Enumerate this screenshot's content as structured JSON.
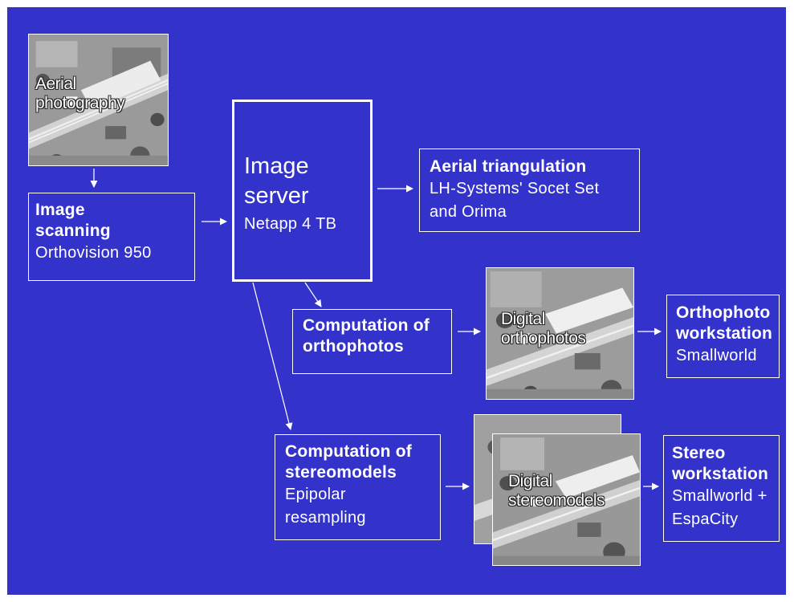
{
  "aerial_photo": {
    "caption": "Aerial photography"
  },
  "image_scanning": {
    "title": "Image scanning",
    "detail": "Orthovision 950"
  },
  "image_server": {
    "title": "Image server",
    "detail": "Netapp 4 TB"
  },
  "aerial_triangulation": {
    "title": "Aerial triangulation",
    "detail": "LH-Systems' Socet Set and Orima"
  },
  "computation_orthophotos": {
    "title": "Computation of orthophotos"
  },
  "digital_orthophotos": {
    "caption": "Digital orthophotos"
  },
  "orthophoto_workstation": {
    "title": "Orthophoto workstation",
    "detail": "Smallworld"
  },
  "computation_stereomodels": {
    "title": "Computation of stereomodels",
    "detail": "Epipolar resampling"
  },
  "digital_stereomodels": {
    "caption": "Digital stereomodels"
  },
  "stereo_workstation": {
    "title": "Stereo workstation",
    "detail": "Smallworld + EspaCity"
  },
  "colors": {
    "background": "#3333cc",
    "line": "#ffffff",
    "text": "#ffffff"
  }
}
